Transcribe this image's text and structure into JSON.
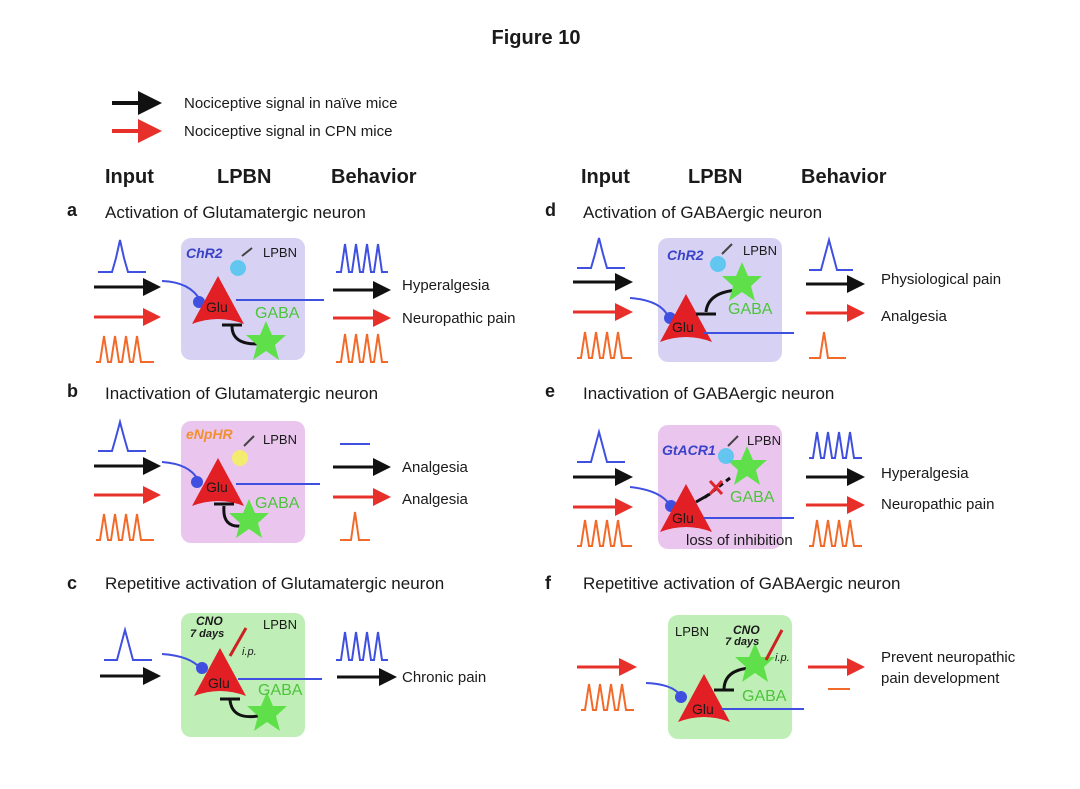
{
  "figure_title": "Figure 10",
  "legend": {
    "black": "Nociceptive signal in naïve mice",
    "red": "Nociceptive signal in CPN mice"
  },
  "columns": {
    "left": [
      "Input",
      "LPBN",
      "Behavior"
    ],
    "right": [
      "Input",
      "LPBN",
      "Behavior"
    ]
  },
  "colors": {
    "black_arrow": "#111111",
    "red_arrow": "#e8302a",
    "blue_trace": "#3f4fe0",
    "orange_trace": "#f26a2a",
    "box_purple": "#d7d2f3",
    "box_pink": "#eac6ef",
    "box_green": "#bfefb6",
    "glu_neuron": "#e11f25",
    "gaba_neuron": "#5fe04a"
  },
  "panels": {
    "a": {
      "letter": "a",
      "title": "Activation of Glutamatergic neuron",
      "opsin": "ChR2",
      "region": "LPBN",
      "glu": "Glu",
      "gaba": "GABA",
      "behavior_black": "Hyperalgesia",
      "behavior_red": "Neuropathic pain"
    },
    "b": {
      "letter": "b",
      "title": "Inactivation of Glutamatergic neuron",
      "opsin": "eNpHR",
      "region": "LPBN",
      "glu": "Glu",
      "gaba": "GABA",
      "behavior_black": "Analgesia",
      "behavior_red": "Analgesia"
    },
    "c": {
      "letter": "c",
      "title": "Repetitive activation of Glutamatergic neuron",
      "drug": "CNO",
      "duration": "7 days",
      "route": "i.p.",
      "region": "LPBN",
      "glu": "Glu",
      "gaba": "GABA",
      "behavior_black": "Chronic pain"
    },
    "d": {
      "letter": "d",
      "title": "Activation of GABAergic neuron",
      "opsin": "ChR2",
      "region": "LPBN",
      "glu": "Glu",
      "gaba": "GABA",
      "behavior_black": "Physiological pain",
      "behavior_red": "Analgesia"
    },
    "e": {
      "letter": "e",
      "title": "Inactivation of GABAergic neuron",
      "opsin": "GtACR1",
      "region": "LPBN",
      "glu": "Glu",
      "gaba": "GABA",
      "note": "loss of inhibition",
      "behavior_black": "Hyperalgesia",
      "behavior_red": "Neuropathic pain"
    },
    "f": {
      "letter": "f",
      "title": "Repetitive activation of GABAergic neuron",
      "drug": "CNO",
      "duration": "7 days",
      "route": "i.p.",
      "region": "LPBN",
      "glu": "Glu",
      "gaba": "GABA",
      "behavior_red_line1": "Prevent neuropathic",
      "behavior_red_line2": "pain development"
    }
  }
}
